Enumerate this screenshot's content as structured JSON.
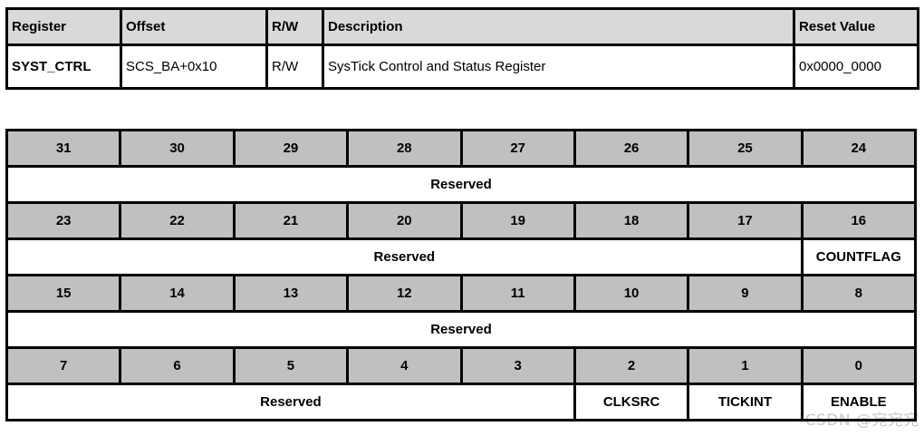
{
  "register_table": {
    "headers": [
      "Register",
      "Offset",
      "R/W",
      "Description",
      "Reset Value"
    ],
    "row": {
      "register": "SYST_CTRL",
      "offset": "SCS_BA+0x10",
      "rw": "R/W",
      "description": "SysTick Control and Status Register",
      "reset_value": "0x0000_0000"
    }
  },
  "bitfield_table": {
    "rows": [
      {
        "kind": "bits",
        "cells": [
          "31",
          "30",
          "29",
          "28",
          "27",
          "26",
          "25",
          "24"
        ]
      },
      {
        "kind": "fields",
        "cells": [
          {
            "label": "Reserved",
            "span": 8
          }
        ]
      },
      {
        "kind": "bits",
        "cells": [
          "23",
          "22",
          "21",
          "20",
          "19",
          "18",
          "17",
          "16"
        ]
      },
      {
        "kind": "fields",
        "cells": [
          {
            "label": "Reserved",
            "span": 7
          },
          {
            "label": "COUNTFLAG",
            "span": 1
          }
        ]
      },
      {
        "kind": "bits",
        "cells": [
          "15",
          "14",
          "13",
          "12",
          "11",
          "10",
          "9",
          "8"
        ]
      },
      {
        "kind": "fields",
        "cells": [
          {
            "label": "Reserved",
            "span": 8
          }
        ]
      },
      {
        "kind": "bits",
        "cells": [
          "7",
          "6",
          "5",
          "4",
          "3",
          "2",
          "1",
          "0"
        ]
      },
      {
        "kind": "fields",
        "cells": [
          {
            "label": "Reserved",
            "span": 5
          },
          {
            "label": "CLKSRC",
            "span": 1
          },
          {
            "label": "TICKINT",
            "span": 1
          },
          {
            "label": "ENABLE",
            "span": 1
          }
        ]
      }
    ]
  },
  "watermark": "CSDN @宛宛宛",
  "colors": {
    "header_bg": "#d9d9d9",
    "bit_cell_bg": "#c0c0c0",
    "border": "#000000",
    "watermark": "#c9c9c9"
  }
}
